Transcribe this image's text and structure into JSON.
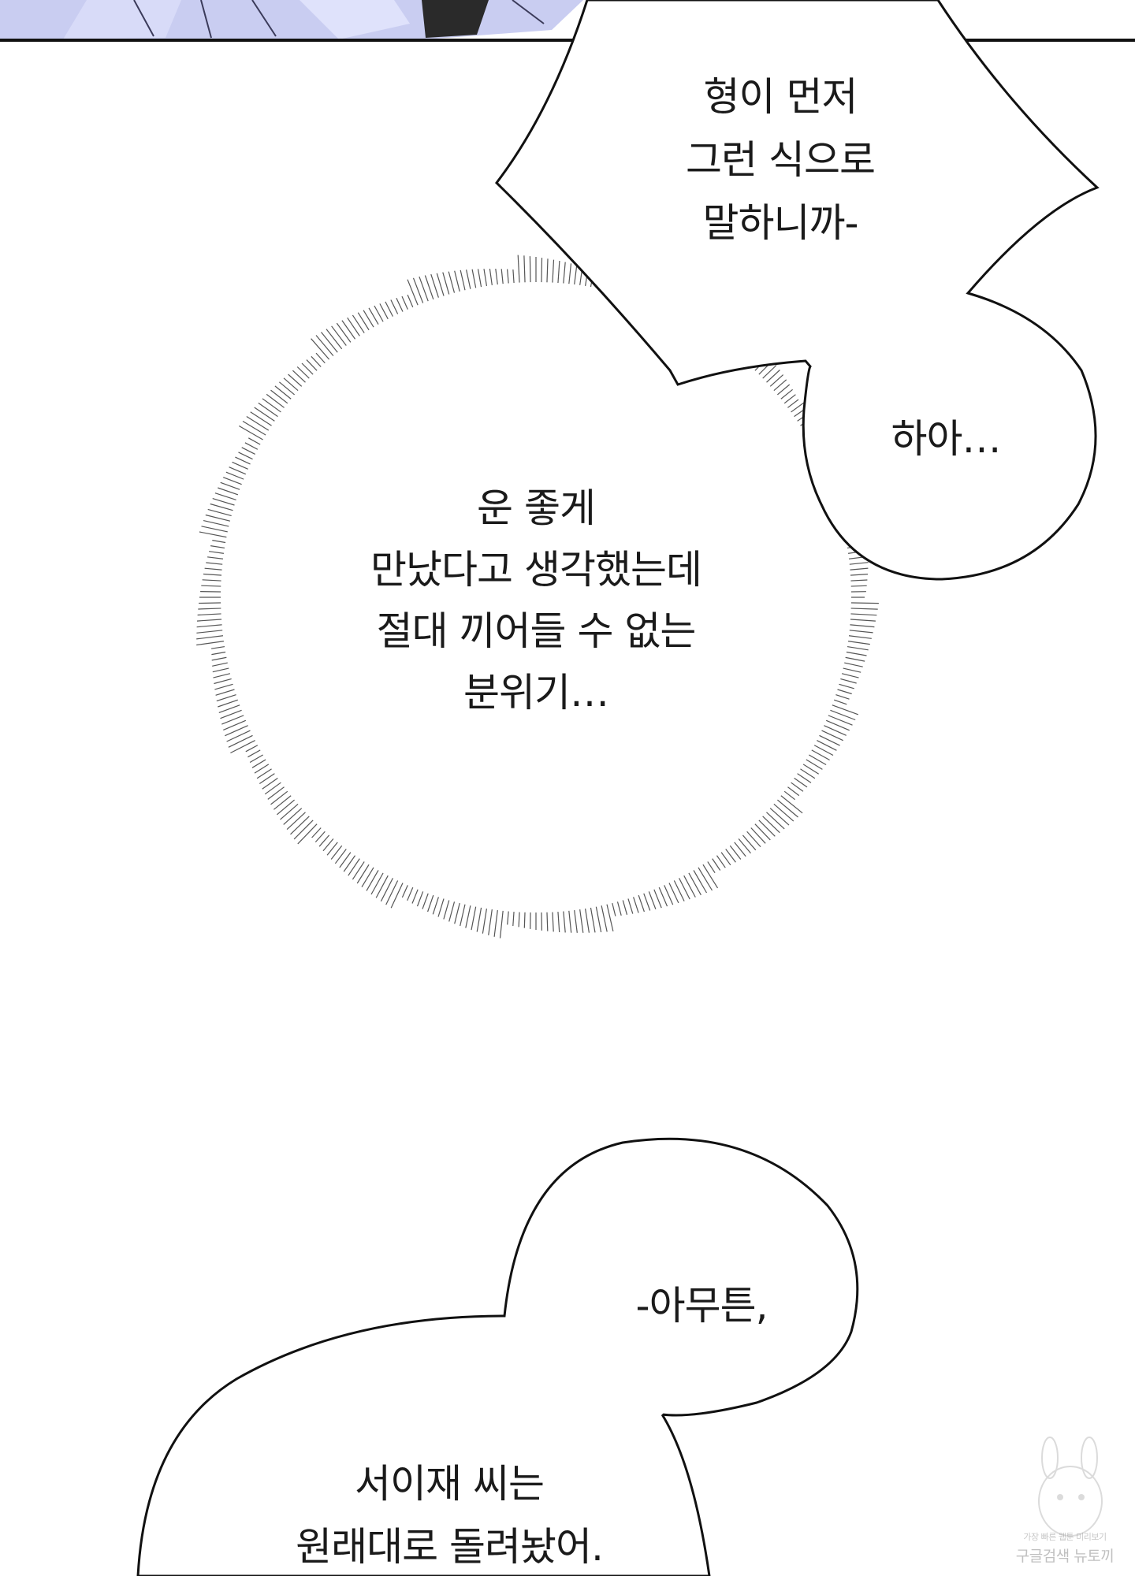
{
  "panel_top": {
    "description_visible": "blue manga art fragment at top"
  },
  "bubbles": {
    "speech_top": {
      "lines": [
        "형이 먼저",
        "그런 식으로",
        "말하니까-"
      ]
    },
    "speech_small": {
      "lines": [
        "하아…"
      ]
    },
    "thought": {
      "lines": [
        "운 좋게",
        "만났다고 생각했는데",
        "절대 끼어들 수 없는",
        "분위기…"
      ]
    },
    "speech_bottom_small": {
      "lines": [
        "-아무튼,"
      ]
    },
    "speech_bottom_large": {
      "lines": [
        "서이재 씨는",
        "원래대로 돌려놨어."
      ]
    }
  },
  "watermark": {
    "small_text": "가장 빠른 웹툰 미리보기",
    "big_text": "구글검색 뉴토끼"
  },
  "colors": {
    "panel_blue": "#c9cdf1",
    "panel_blue_light": "#dfe2fb",
    "panel_dark": "#2a2a2a",
    "ink": "#1a1a1a",
    "paper": "#ffffff"
  }
}
